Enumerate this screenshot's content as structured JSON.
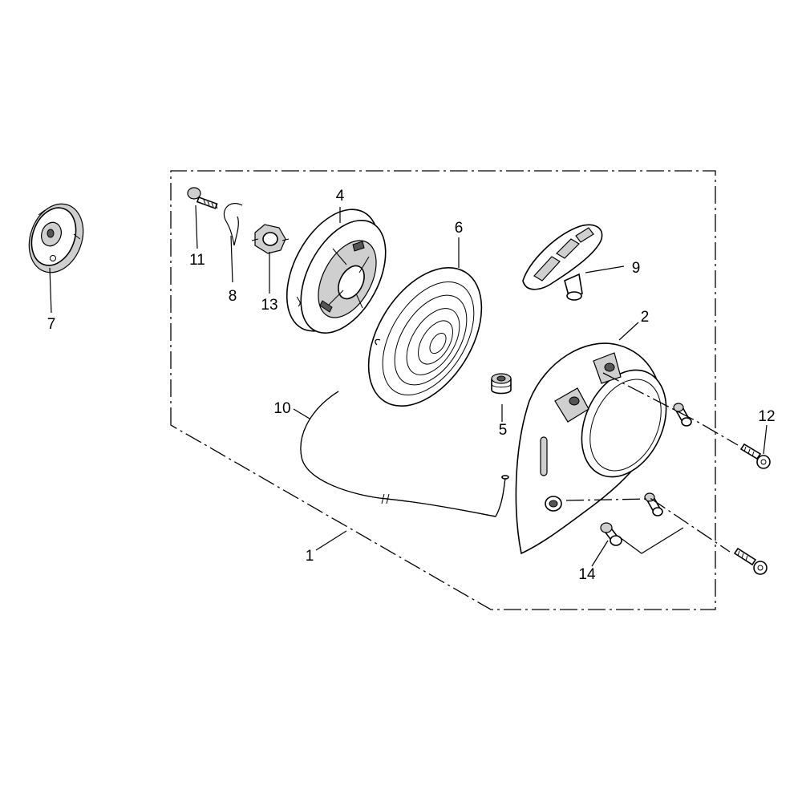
{
  "callouts": {
    "c1": "1",
    "c2": "2",
    "c4": "4",
    "c5": "5",
    "c6": "6",
    "c7": "7",
    "c8": "8",
    "c9": "9",
    "c10": "10",
    "c11": "11",
    "c12": "12",
    "c13": "13",
    "c14": "14"
  }
}
